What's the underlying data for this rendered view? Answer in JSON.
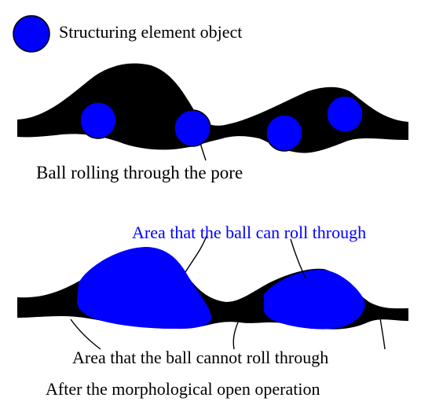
{
  "legend": {
    "label": "Structuring element object",
    "symbol": "blue-circle"
  },
  "top_panel": {
    "caption": "Ball rolling through the pore"
  },
  "bottom_panel": {
    "reachable_label": "Area that the ball can roll through",
    "unreachable_label": "Area that the ball cannot roll through",
    "caption": "After the morphological open operation"
  },
  "colors": {
    "pore": "#000000",
    "ball": "#0000ff",
    "reachable_text": "#0000ff",
    "text": "#000000",
    "background": "#ffffff"
  }
}
